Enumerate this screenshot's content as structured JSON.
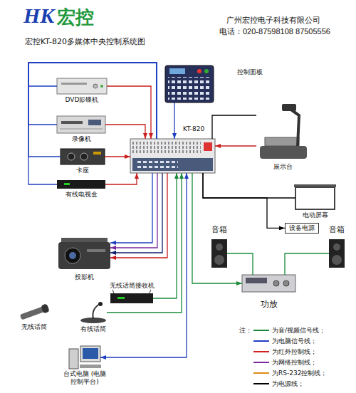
{
  "diagram": {
    "title": "宏控KT-820多媒体中央控制系统图",
    "nodes": [
      {
        "text": [
          "控制面板"
        ]
      },
      {
        "text": [
          "DVD影碟机"
        ]
      },
      {
        "text": [
          "展示台"
        ]
      },
      {
        "text": [
          "录像机"
        ]
      },
      {
        "text": [
          "KT-820"
        ]
      },
      {
        "text": [
          "卡座"
        ]
      },
      {
        "text": [
          "有线电视盒"
        ]
      },
      {
        "text": [
          "电动屏幕"
        ]
      },
      {
        "text": [
          "设备电源"
        ]
      },
      {
        "text": [
          "音箱"
        ]
      },
      {
        "text": [
          "音箱"
        ]
      },
      {
        "text": [
          "投影机"
        ]
      },
      {
        "text": [
          "功放"
        ]
      },
      {
        "text": [
          "无线话筒接收机"
        ]
      },
      {
        "text": [
          "有线话筒"
        ]
      },
      {
        "text": [
          "无线话筒"
        ]
      },
      {
        "text": [
          "台式电脑 (电脑控制平台)"
        ]
      }
    ],
    "edges": [
      {
        "from": 0,
        "to": 4,
        "arrow": "to"
      },
      {
        "from": 4,
        "to": 1,
        "arrow": "none"
      },
      {
        "from": 4,
        "to": 3,
        "arrow": "none"
      },
      {
        "from": 4,
        "to": 5,
        "arrow": "none"
      },
      {
        "from": 4,
        "to": 6,
        "arrow": "none"
      },
      {
        "from": 1,
        "to": 4,
        "arrow": "to"
      },
      {
        "from": 3,
        "to": 4,
        "arrow": "to"
      },
      {
        "from": 5,
        "to": 4,
        "arrow": "to"
      },
      {
        "from": 6,
        "to": 4,
        "arrow": "to"
      },
      {
        "from": 2,
        "to": 4,
        "arrow": "to"
      },
      {
        "from": 4,
        "to": 2,
        "arrow": "none"
      },
      {
        "from": 4,
        "to": 7,
        "arrow": "none"
      },
      {
        "from": 4,
        "to": 8,
        "arrow": "to"
      },
      {
        "from": 4,
        "to": 12,
        "arrow": "to"
      },
      {
        "from": 12,
        "to": 9,
        "arrow": "none"
      },
      {
        "from": 12,
        "to": 10,
        "arrow": "none"
      },
      {
        "from": 4,
        "to": 11,
        "arrow": "to"
      },
      {
        "from": 4,
        "to": 11,
        "arrow": "to"
      },
      {
        "from": 4,
        "to": 11,
        "arrow": "to"
      },
      {
        "from": 4,
        "to": 11,
        "arrow": "to"
      },
      {
        "from": 13,
        "to": 4,
        "arrow": "to"
      },
      {
        "from": 14,
        "to": 4,
        "arrow": "to"
      },
      {
        "from": 16,
        "to": 4,
        "arrow": "both"
      }
    ],
    "labels": [
      "HK",
      "宏控",
      "广州宏控电子科技有限公司",
      "电话：020-87598108 87505556",
      "注："
    ],
    "legend": [
      {
        "text": "为音/视频信号线；",
        "color": "#1a8a3a"
      },
      {
        "text": "为电脑信号线；",
        "color": "#1f3fbf"
      },
      {
        "text": "为红外控制线；",
        "color": "#d02020"
      },
      {
        "text": "为网络控制线；",
        "color": "#7a2a9a"
      },
      {
        "text": "为RS-232控制线；",
        "color": "#e08a1a"
      },
      {
        "text": "为电源线；",
        "color": "#000000"
      }
    ]
  }
}
